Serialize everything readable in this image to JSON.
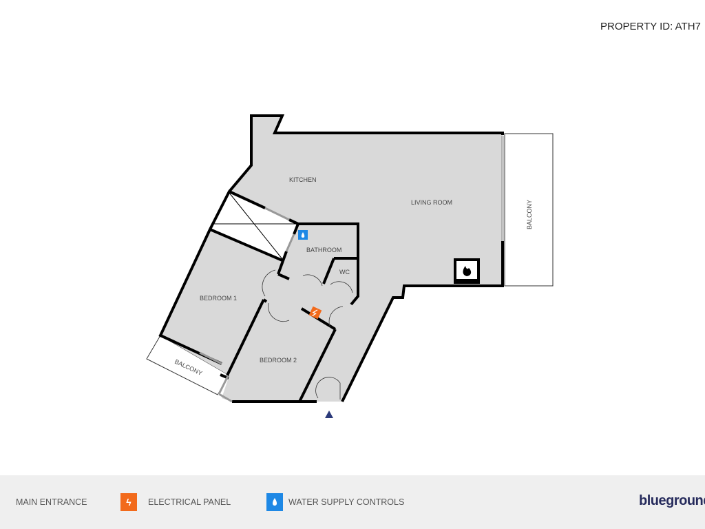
{
  "header": {
    "property_id": "PROPERTY ID: ATH7"
  },
  "rooms": {
    "kitchen": "KITCHEN",
    "living_room": "LIVING ROOM",
    "balcony_right": "BALCONY",
    "bathroom": "BATHROOM",
    "wc": "WC",
    "bedroom1": "BEDROOM 1",
    "bedroom2": "BEDROOM 2",
    "balcony_left": "BALCONY"
  },
  "legend": {
    "main_entrance": "MAIN ENTRANCE",
    "electrical_panel": "ELECTRICAL PANEL",
    "water_supply": "WATER SUPPLY CONTROLS"
  },
  "brand": {
    "logo": "blueground"
  },
  "colors": {
    "floor": "#d9d9d9",
    "wall": "#000000",
    "electrical": "#f26a1b",
    "water": "#1e88e5",
    "entrance": "#2b3a7a",
    "brand": "#262b5c"
  },
  "icons": {
    "entrance": "triangle-arrow",
    "electrical": "lightning-bolt",
    "water": "water-drop",
    "fireplace": "flame"
  }
}
